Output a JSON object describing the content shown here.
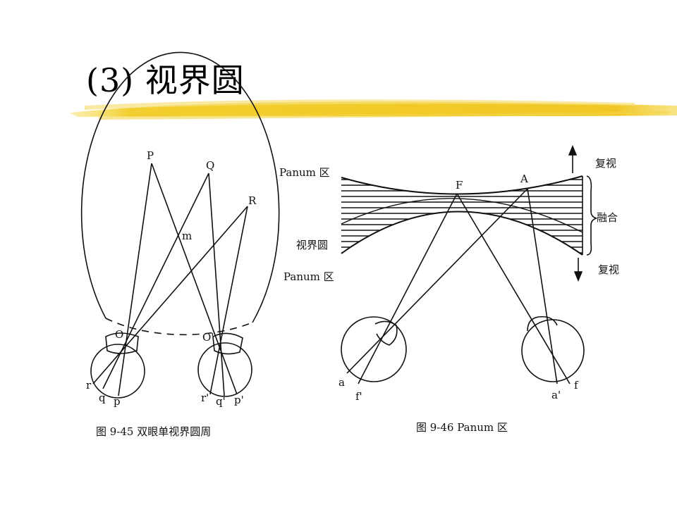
{
  "slide": {
    "title": "(3) 视界圆",
    "accent_color": "#f2cf2e"
  },
  "figure_left": {
    "points_top": [
      "P",
      "Q",
      "R"
    ],
    "intersection": "m",
    "centers": [
      "O",
      "O'"
    ],
    "left_retina": [
      "r",
      "q",
      "p"
    ],
    "right_retina": [
      "r'",
      "q'",
      "p'"
    ],
    "caption": "图 9-45   双眼单视界圆周"
  },
  "figure_right": {
    "labels_left": [
      "Panum 区",
      "视界圆",
      "Panum 区"
    ],
    "points_top": [
      "F",
      "A"
    ],
    "labels_right": [
      "复视",
      "融合",
      "复视"
    ],
    "left_retina": [
      "a",
      "f'"
    ],
    "right_retina": [
      "a'",
      "f"
    ],
    "caption": "图 9-46   Panum 区"
  }
}
